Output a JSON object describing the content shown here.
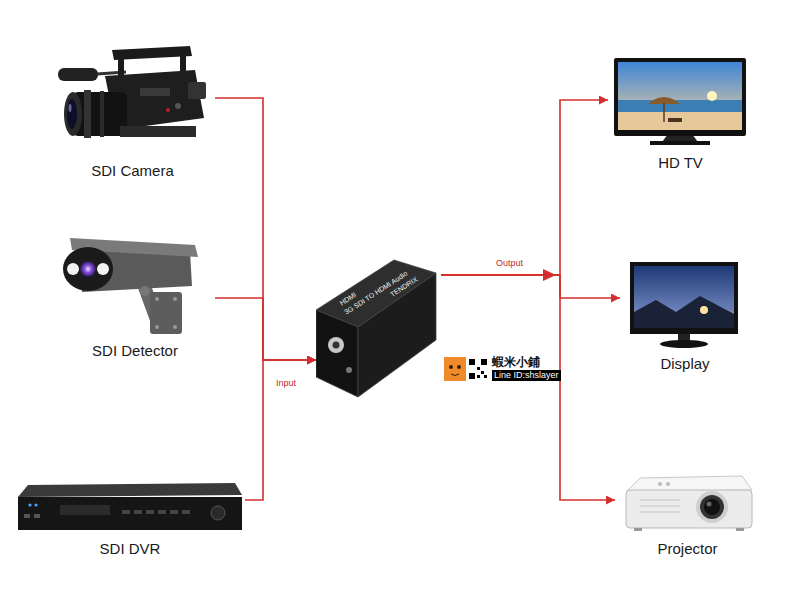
{
  "diagram": {
    "nodes": [
      {
        "text": [
          "SDI Camera"
        ]
      },
      {
        "text": [
          "SDI Detector"
        ]
      },
      {
        "text": [
          "SDI DVR"
        ]
      },
      {
        "text": [
          "HDMI",
          "3G SDI TO HDMI Audio",
          "TENDRIX"
        ]
      },
      {
        "text": [
          "HD TV"
        ]
      },
      {
        "text": [
          "Display"
        ]
      },
      {
        "text": [
          "Projector"
        ]
      }
    ],
    "edges": [
      {
        "from": 0,
        "to": 3,
        "arrow": "to"
      },
      {
        "from": 1,
        "to": 3,
        "arrow": "to"
      },
      {
        "from": 2,
        "to": 3,
        "arrow": "to"
      },
      {
        "from": 3,
        "to": 4,
        "arrow": "to"
      },
      {
        "from": 3,
        "to": 5,
        "arrow": "to"
      },
      {
        "from": 3,
        "to": 6,
        "arrow": "to"
      }
    ],
    "labels": [
      "Input",
      "Output",
      "蝦米小鋪",
      "Line ID:shslayer"
    ]
  }
}
